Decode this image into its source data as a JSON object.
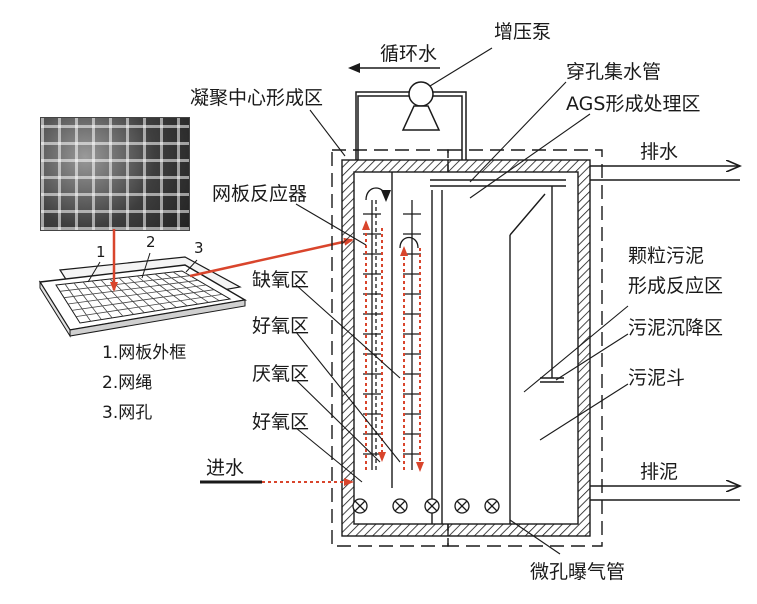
{
  "labels": {
    "circulating_water": "循环水",
    "booster_pump": "增压泵",
    "perforated_collector": "穿孔集水管",
    "ags_zone": "AGS形成处理区",
    "coagulation_zone": "凝聚中心形成区",
    "mesh_reactor": "网板反应器",
    "discharge_water": "排水",
    "anoxic_zone": "缺氧区",
    "aerobic_zone_1": "好氧区",
    "anaerobic_zone": "厌氧区",
    "aerobic_zone_2": "好氧区",
    "granular_sludge_zone_line1": "颗粒污泥",
    "granular_sludge_zone_line2": "形成反应区",
    "sludge_settling_zone": "污泥沉降区",
    "sludge_hopper": "污泥斗",
    "influent": "进水",
    "sludge_discharge": "排泥",
    "microporous_aerator": "微孔曝气管"
  },
  "legend": {
    "item1": "1.网板外框",
    "item2": "2.网绳",
    "item3": "3.网孔",
    "marker1": "1",
    "marker2": "2",
    "marker3": "3"
  },
  "colors": {
    "line": "#1a1a1a",
    "flow_arrow": "#d9452c",
    "hatch": "#1a1a1a"
  }
}
